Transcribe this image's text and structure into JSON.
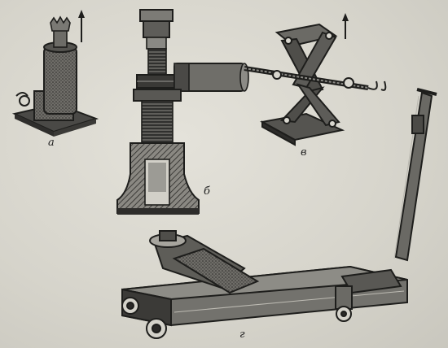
{
  "figure": {
    "labels": {
      "a": "а",
      "b": "б",
      "v": "в",
      "g": "г"
    },
    "arrows": [
      "up-arrow",
      "up-arrow"
    ],
    "colors": {
      "ink": "#1e1e1c",
      "paper": "#d7d5cd",
      "shade": "#5a5955"
    }
  }
}
